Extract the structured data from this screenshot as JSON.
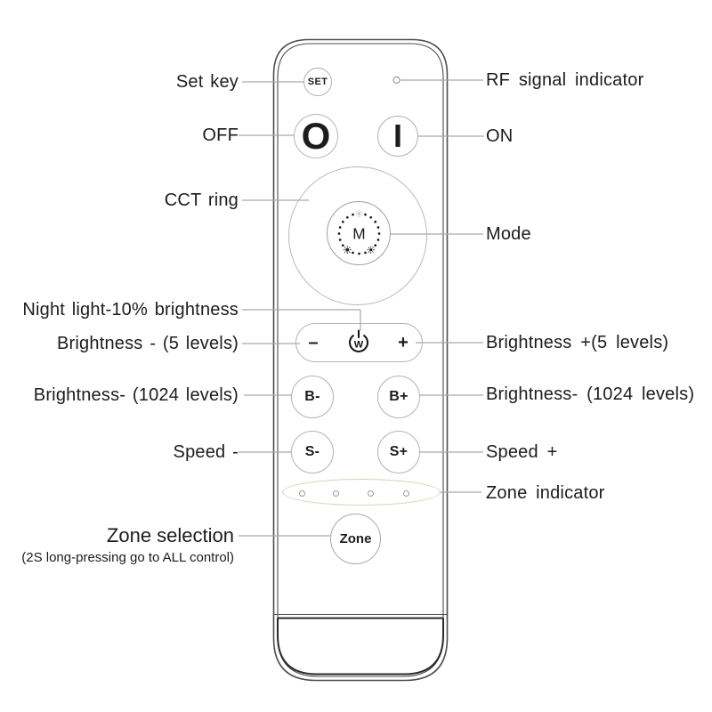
{
  "colors": {
    "background": "#ffffff",
    "body_outline": "#4d4d4d",
    "battery_outline": "#2b2b2b",
    "button_border": "#b3b3b3",
    "connector_line": "#a9a9a9",
    "zone_ellipse_border": "#ddcfb6",
    "text": "#1c1c1c"
  },
  "labels": {
    "set_key": "Set key",
    "rf_indicator": "RF signal indicator",
    "off": "OFF",
    "on": "ON",
    "cct_ring": "CCT ring",
    "mode": "Mode",
    "night_light": "Night light-10% brightness",
    "brightness_minus_5": "Brightness - (5 levels)",
    "brightness_plus_5": "Brightness +(5 levels)",
    "brightness_1024_left": "Brightness- (1024 levels)",
    "brightness_1024_right": "Brightness- (1024 levels)",
    "speed_minus": "Speed -",
    "speed_plus": "Speed +",
    "zone_indicator": "Zone indicator",
    "zone_selection": "Zone selection",
    "zone_selection_sub": "(2S long-pressing go to ALL control)"
  },
  "buttons": {
    "set": "SET",
    "off": "O",
    "on": "I",
    "mode": "M",
    "brightness_minus": "–",
    "brightness_plus": "+",
    "night_light_letter": "W",
    "b_minus": "B-",
    "b_plus": "B+",
    "s_minus": "S-",
    "s_plus": "S+",
    "zone": "Zone"
  },
  "zone_indicator": {
    "dot_count": 4
  }
}
